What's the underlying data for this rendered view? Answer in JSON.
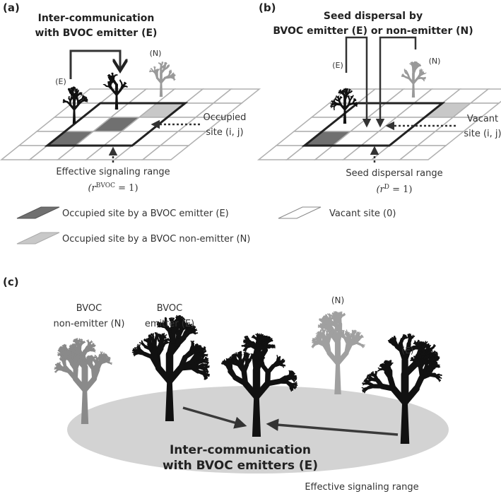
{
  "panel_a": {
    "label": "(a)",
    "title_line1": "Inter-communication",
    "title_line2": "with BVOC emitter (E)",
    "tree_e_label": "(E)",
    "tree_n_label": "(N)",
    "occupied_line1": "Occupied",
    "occupied_line2": "site (i, j)",
    "range_line1": "Effective signaling range",
    "range_line2": "(r^BVOC = 1)"
  },
  "panel_b": {
    "label": "(b)",
    "title_line1": "Seed dispersal by",
    "title_line2": "BVOC emitter (E) or non-emitter (N)",
    "tree_e_label": "(E)",
    "tree_n_label": "(N)",
    "vacant_line1": "Vacant",
    "vacant_line2": "site (i, j)",
    "range_line1": "Seed dispersal range",
    "range_line2": "(r^D = 1)"
  },
  "legend": {
    "emitter": "Occupied site by a BVOC emitter (E)",
    "non_emitter": "Occupied site by a BVOC non-emitter (N)",
    "vacant": "Vacant site (0)",
    "colors": {
      "emitter": "#707070",
      "non_emitter": "#c8c8c8",
      "vacant": "#ffffff"
    }
  },
  "panel_c": {
    "label": "(c)",
    "non_emitter_line1": "BVOC",
    "non_emitter_line2": "non-emitter (N)",
    "emitter_line1": "BVOC",
    "emitter_line2": "emitter (E)",
    "tree_n_label": "(N)",
    "tree_e_label": "(E)",
    "center_line1": "Inter-communication",
    "center_line2": "with BVOC emitters (E)",
    "range_label": "Effective signaling range"
  }
}
